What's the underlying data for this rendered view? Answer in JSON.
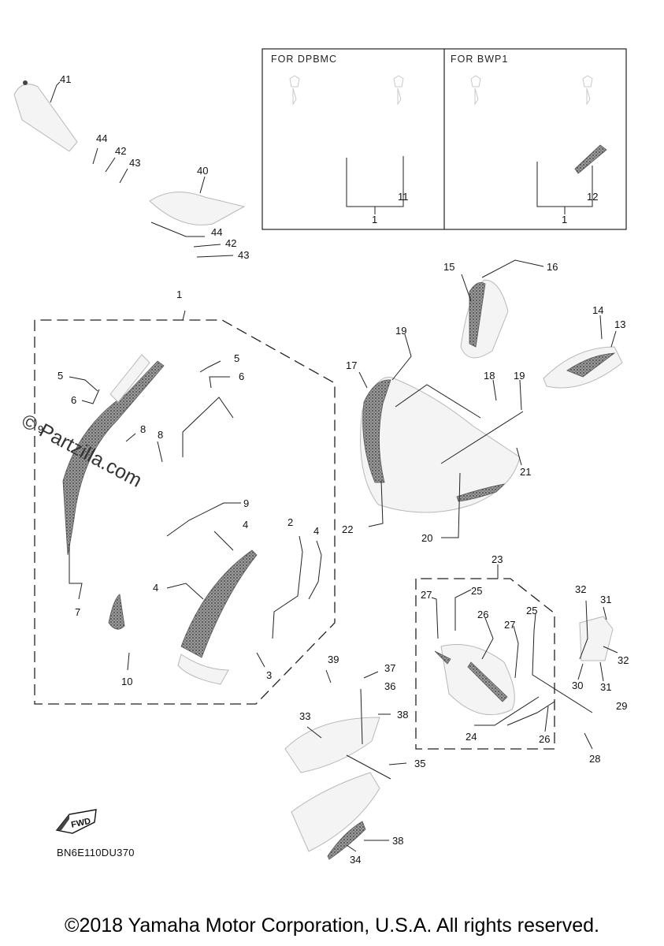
{
  "inset": {
    "left_title": "FOR DPBMC",
    "right_title": "FOR BWP1",
    "left_refs": [
      "11",
      "1"
    ],
    "right_refs": [
      "12",
      "1"
    ]
  },
  "callouts": [
    "41",
    "44",
    "42",
    "43",
    "40",
    "44",
    "42",
    "43",
    "1",
    "5",
    "6",
    "5",
    "6",
    "9",
    "8",
    "8",
    "9",
    "4",
    "2",
    "4",
    "4",
    "7",
    "10",
    "3",
    "15",
    "16",
    "14",
    "13",
    "19",
    "17",
    "18",
    "19",
    "21",
    "22",
    "20",
    "23",
    "27",
    "25",
    "26",
    "27",
    "25",
    "32",
    "31",
    "32",
    "30",
    "31",
    "29",
    "24",
    "26",
    "28",
    "39",
    "37",
    "36",
    "38",
    "33",
    "35",
    "38",
    "34"
  ],
  "fwd_label": "FWD",
  "diagram_code": "BN6E110DU370",
  "copyright": "©2018 Yamaha Motor Corporation, U.S.A. All rights reserved.",
  "watermark": "© Partzilla.com"
}
